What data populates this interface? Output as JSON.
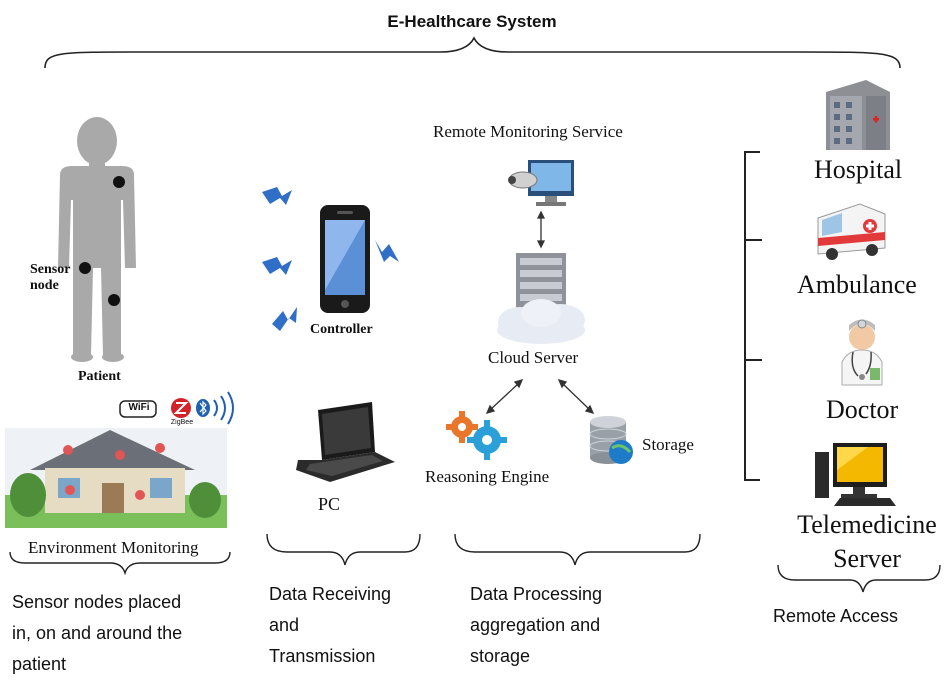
{
  "title": "E-Healthcare System",
  "patient": {
    "sensor_label": "Sensor\nnode",
    "patient_label": "Patient"
  },
  "wireless": {
    "wifi": "WiFi",
    "zigbee": "ZigBee"
  },
  "environment_label": "Environment Monitoring",
  "controller_label": "Controller",
  "pc_label": "PC",
  "remote_monitoring_label": "Remote Monitoring Service",
  "cloud_server_label": "Cloud Server",
  "reasoning_engine_label": "Reasoning Engine",
  "storage_label": "Storage",
  "remote_access": {
    "hospital": "Hospital",
    "ambulance": "Ambulance",
    "doctor": "Doctor",
    "telemedicine": "Telemedicine\nServer"
  },
  "descriptions": {
    "sensors": "Sensor nodes placed\nin, on and around the\npatient",
    "receiving": "Data Receiving\nand\nTransmission",
    "processing": "Data Processing\naggregation and\nstorage",
    "remote": "Remote Access"
  }
}
